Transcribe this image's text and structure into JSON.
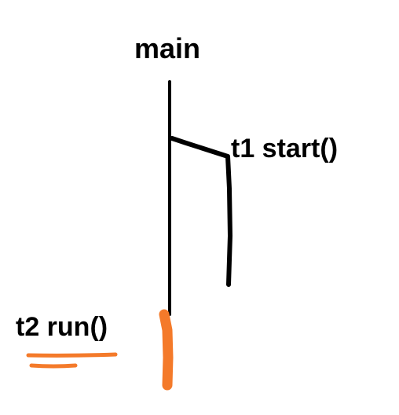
{
  "labels": {
    "main": "main",
    "t1": "t1 start()",
    "t2": "t2 run()"
  },
  "colors": {
    "ink": "#000000",
    "highlight": "#f47a2a"
  }
}
